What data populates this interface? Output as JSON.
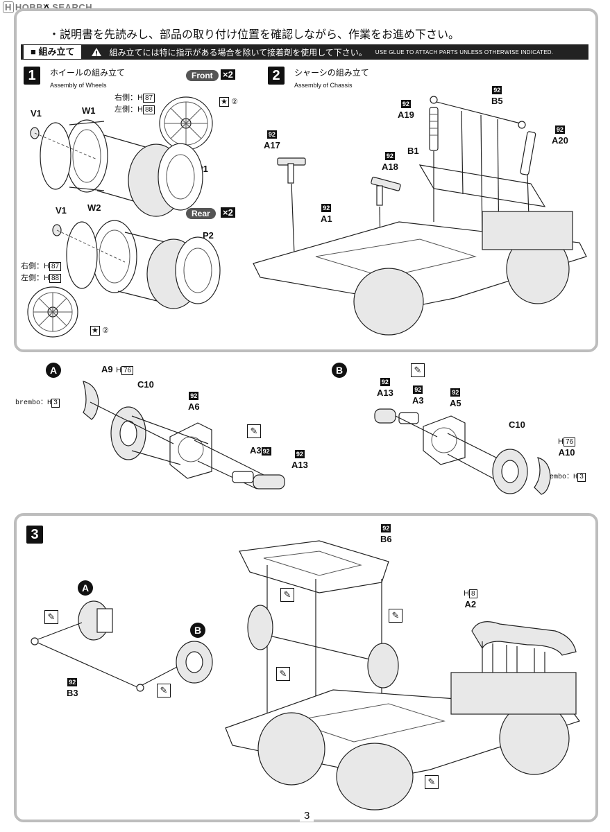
{
  "header": {
    "logo": "HOBBY SEARCH",
    "logo_badge": "H"
  },
  "intro": "・説明書を先読みし、部品の取り付け位置を確認しながら、作業をお進め下さい。",
  "assembly_bar": {
    "title": "■ 組み立て",
    "note_jp": "組み立てには特に指示がある場合を除いて接着剤を使用して下さい。",
    "note_en": "USE GLUE TO ATTACH PARTS UNLESS OTHERWISE INDICATED."
  },
  "step1": {
    "num": "1",
    "title_jp": "ホイールの組み立て",
    "title_en": "Assembly of Wheels",
    "front": "Front",
    "rear": "Rear",
    "mult": "×2",
    "right_label": "右側：H",
    "left_label": "左側：H",
    "right_part": "87",
    "left_part": "88",
    "note_num": "②",
    "parts": {
      "v1": "V1",
      "w1": "W1",
      "p1": "P1",
      "v1b": "V1",
      "w2": "W2",
      "p2": "P2"
    }
  },
  "step2": {
    "num": "2",
    "title_jp": "シャーシの組み立て",
    "title_en": "Assembly of Chassis",
    "tag": "92",
    "parts": {
      "a19": "A19",
      "b5": "B5",
      "a20": "A20",
      "a17": "A17",
      "a18": "A18",
      "b1": "B1",
      "a1": "A1"
    }
  },
  "subA": {
    "label": "A",
    "a9": "A9",
    "a9h": "H",
    "a9hnum": "76",
    "brembo": "brembo：H",
    "brembo_num": "3",
    "c10": "C10",
    "a6": "A6",
    "a3": "A3",
    "a13": "A13",
    "tag": "92"
  },
  "subB": {
    "label": "B",
    "a13": "A13",
    "a3": "A3",
    "a5": "A5",
    "c10": "C10",
    "a10h": "H",
    "a10hnum": "76",
    "a10": "A10",
    "brembo": "brembo：H",
    "brembo_num": "3",
    "tag": "92"
  },
  "step3": {
    "num": "3",
    "a": "A",
    "b": "B",
    "b3": "B3",
    "b6": "B6",
    "a2": "A2",
    "a2h": "H",
    "a2hnum": "8",
    "tag": "92"
  },
  "page_number": "3"
}
